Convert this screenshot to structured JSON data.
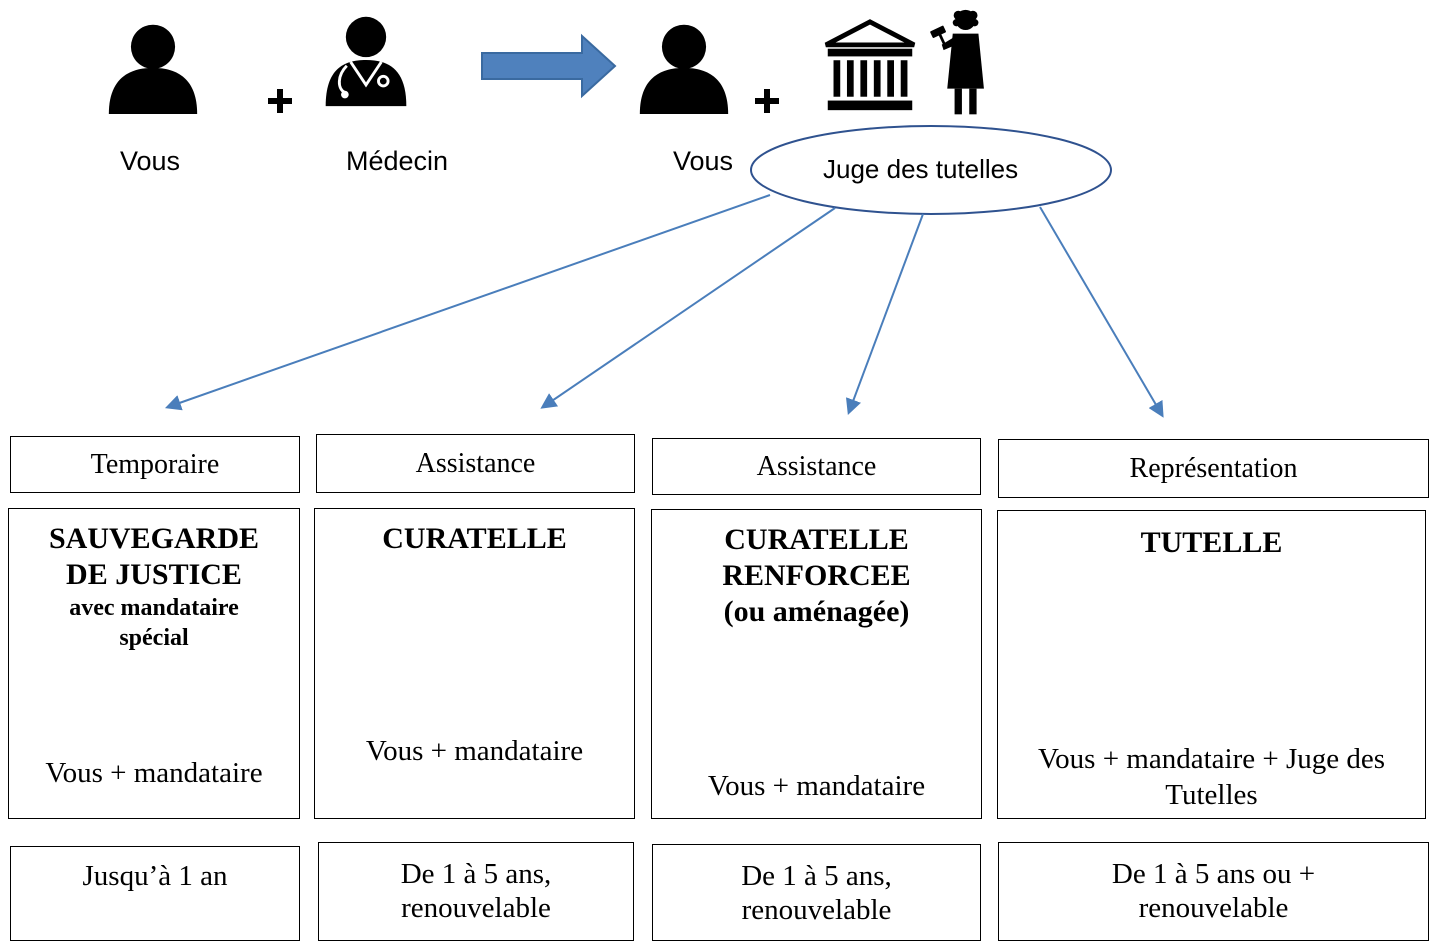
{
  "top": {
    "you_label": "Vous",
    "doctor_label": "Médecin",
    "you_label_2": "Vous",
    "judge_label": "Juge des tutelles",
    "plus": "+"
  },
  "columns": [
    {
      "header": "Temporaire",
      "title_lines": [
        "SAUVEGARDE",
        "DE JUSTICE"
      ],
      "subtitle_lines": [
        "avec mandataire",
        "spécial"
      ],
      "caption": "Vous + mandataire",
      "duration_lines": [
        "Jusqu’à 1 an"
      ]
    },
    {
      "header": "Assistance",
      "title_lines": [
        "CURATELLE"
      ],
      "subtitle_lines": [],
      "caption": "Vous + mandataire",
      "duration_lines": [
        "De 1 à 5 ans,",
        "renouvelable"
      ]
    },
    {
      "header": "Assistance",
      "title_lines": [
        "CURATELLE",
        "RENFORCEE",
        "(ou aménagée)"
      ],
      "subtitle_lines": [],
      "caption": "Vous + mandataire",
      "duration_lines": [
        "De 1 à 5 ans,",
        "renouvelable"
      ]
    },
    {
      "header": "Représentation",
      "title_lines": [
        "TUTELLE"
      ],
      "subtitle_lines": [],
      "caption_lines": [
        "Vous + mandataire + Juge des",
        "Tutelles"
      ],
      "duration_lines": [
        "De 1 à 5 ans ou +",
        "renouvelable"
      ]
    }
  ],
  "colors": {
    "arrow_blue": "#4a7ebb",
    "arrow_fill": "#4f81bd",
    "arrow_stroke": "#3a6aa0"
  }
}
